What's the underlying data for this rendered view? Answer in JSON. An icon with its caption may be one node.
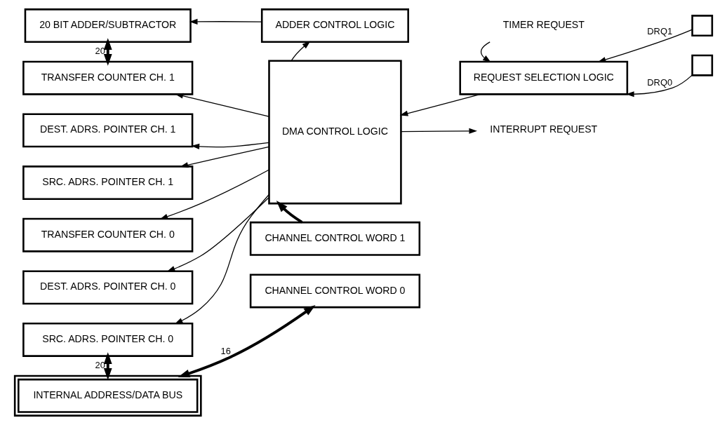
{
  "diagram": {
    "nodes": [
      {
        "text": [
          "20 BIT ADDER/SUBTRACTOR"
        ]
      },
      {
        "text": [
          "ADDER CONTROL LOGIC"
        ]
      },
      {
        "text": [
          "TIMER REQUEST"
        ]
      },
      {
        "text": [
          "REQUEST SELECTION LOGIC"
        ]
      },
      {
        "text": [],
        "shape": "box"
      },
      {
        "text": [],
        "shape": "box"
      },
      {
        "text": [
          "TRANSFER COUNTER CH. 1"
        ]
      },
      {
        "text": [
          "DEST. ADRS. POINTER CH. 1"
        ]
      },
      {
        "text": [
          "SRC. ADRS. POINTER CH. 1"
        ]
      },
      {
        "text": [
          "TRANSFER COUNTER CH. 0"
        ]
      },
      {
        "text": [
          "DEST. ADRS. POINTER CH. 0"
        ]
      },
      {
        "text": [
          "SRC. ADRS. POINTER CH. 0"
        ]
      },
      {
        "text": [
          "DMA CONTROL LOGIC"
        ]
      },
      {
        "text": [
          "INTERRUPT REQUEST"
        ]
      },
      {
        "text": [
          "CHANNEL CONTROL WORD 1"
        ]
      },
      {
        "text": [
          "CHANNEL CONTROL WORD 0"
        ]
      },
      {
        "text": [
          "INTERNAL ADDRESS/DATA BUS"
        ]
      }
    ],
    "edges": [
      {
        "from": 1,
        "to": 0,
        "arrow": "to"
      },
      {
        "from": 0,
        "to": 6,
        "arrow": "both",
        "label": "20",
        "style": "thick"
      },
      {
        "from": 12,
        "to": 1,
        "arrow": "to"
      },
      {
        "from": 2,
        "to": 3,
        "arrow": "to"
      },
      {
        "from": 4,
        "to": 3,
        "arrow": "to",
        "label": "DRQ1"
      },
      {
        "from": 5,
        "to": 3,
        "arrow": "to",
        "label": "DRQ0"
      },
      {
        "from": 12,
        "to": 6,
        "arrow": "to"
      },
      {
        "from": 12,
        "to": 7,
        "arrow": "to"
      },
      {
        "from": 12,
        "to": 8,
        "arrow": "to"
      },
      {
        "from": 12,
        "to": 9,
        "arrow": "to"
      },
      {
        "from": 12,
        "to": 10,
        "arrow": "to"
      },
      {
        "from": 12,
        "to": 11,
        "arrow": "to"
      },
      {
        "from": 3,
        "to": 12,
        "arrow": "to"
      },
      {
        "from": 12,
        "to": 13,
        "arrow": "to"
      },
      {
        "from": 14,
        "to": 12,
        "arrow": "to",
        "style": "thick"
      },
      {
        "from": 11,
        "to": 16,
        "arrow": "both",
        "label": "20",
        "style": "thick"
      },
      {
        "from": 15,
        "to": 16,
        "arrow": "both",
        "label": "16",
        "style": "thick"
      }
    ]
  }
}
